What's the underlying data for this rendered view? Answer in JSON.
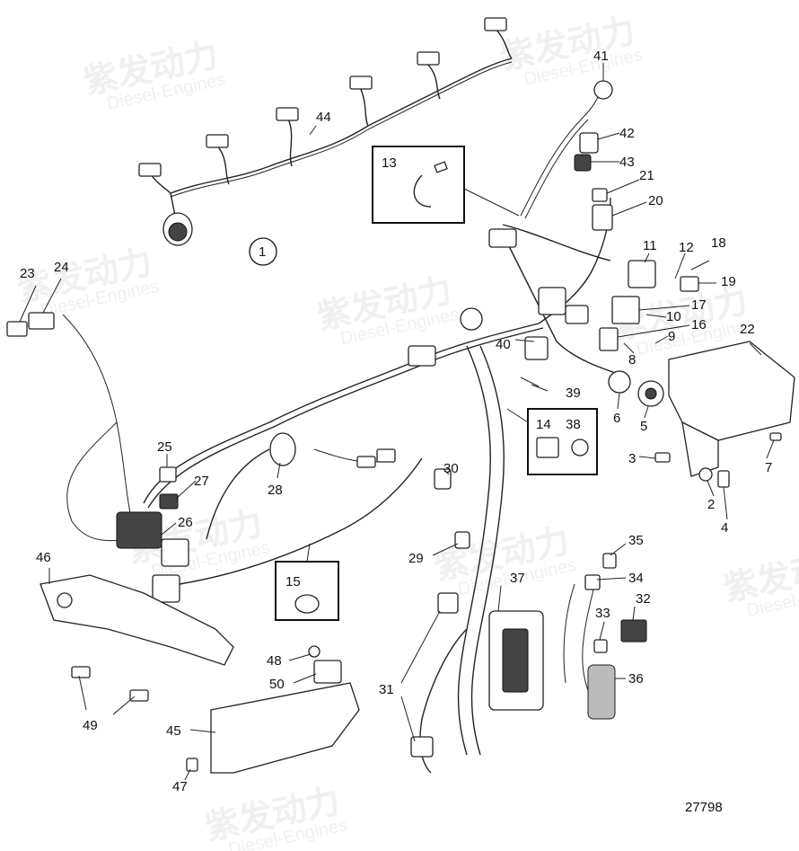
{
  "watermark": {
    "cn": "紫发动力",
    "en": "Diesel-Engines"
  },
  "drawing_number": "27798",
  "assembly_label": "1",
  "callouts": {
    "c2": "2",
    "c3": "3",
    "c4": "4",
    "c5": "5",
    "c6": "6",
    "c7": "7",
    "c8": "8",
    "c9": "9",
    "c10": "10",
    "c11": "11",
    "c12": "12",
    "c13": "13",
    "c14": "14",
    "c15": "15",
    "c16": "16",
    "c17": "17",
    "c18": "18",
    "c19": "19",
    "c20": "20",
    "c21": "21",
    "c22": "22",
    "c23": "23",
    "c24": "24",
    "c25": "25",
    "c26": "26",
    "c27": "27",
    "c28": "28",
    "c29": "29",
    "c30": "30",
    "c31": "31",
    "c32": "32",
    "c33": "33",
    "c34": "34",
    "c35": "35",
    "c36": "36",
    "c37": "37",
    "c38": "38",
    "c39": "39",
    "c40": "40",
    "c41": "41",
    "c42": "42",
    "c43": "43",
    "c44": "44",
    "c45": "45",
    "c46": "46",
    "c47": "47",
    "c48": "48",
    "c49": "49",
    "c50": "50"
  }
}
